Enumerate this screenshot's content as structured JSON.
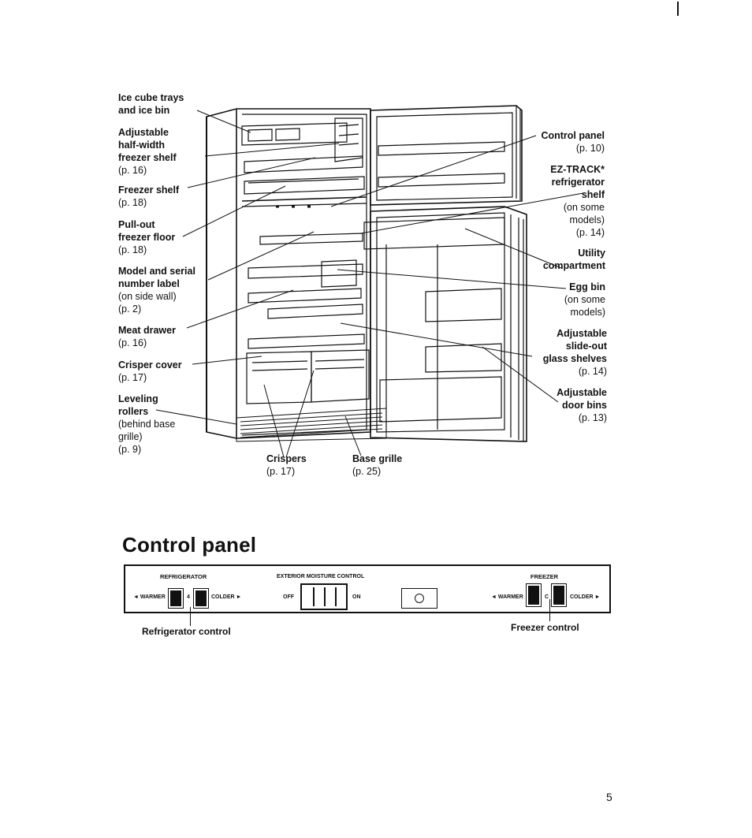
{
  "diagram_labels": {
    "ice_cube_trays": {
      "line1": "Ice cube trays",
      "line2": "and ice bin"
    },
    "half_width_shelf": {
      "line1": "Adjustable",
      "line2": "half-width",
      "line3": "freezer shelf",
      "page": "(p. 16)"
    },
    "freezer_shelf": {
      "line1": "Freezer shelf",
      "page": "(p. 18)"
    },
    "pull_out_floor": {
      "line1": "Pull-out",
      "line2": "freezer floor",
      "page": "(p. 18)"
    },
    "model_serial": {
      "line1": "Model and serial",
      "line2": "number label",
      "note": "(on side wall)",
      "page": "(p. 2)"
    },
    "meat_drawer": {
      "line1": "Meat drawer",
      "page": "(p. 16)"
    },
    "crisper_cover": {
      "line1": "Crisper cover",
      "page": "(p. 17)"
    },
    "leveling_rollers": {
      "line1": "Leveling",
      "line2": "rollers",
      "note1": "(behind base",
      "note2": "grille)",
      "page": "(p. 9)"
    },
    "crispers": {
      "line1": "Crispers",
      "page": "(p. 17)"
    },
    "base_grille": {
      "line1": "Base grille",
      "page": "(p. 25)"
    },
    "control_panel": {
      "line1": "Control panel",
      "page": "(p. 10)"
    },
    "ez_track": {
      "line1": "EZ-TRACK*",
      "line2": "refrigerator",
      "line3": "shelf",
      "note1": "(on some",
      "note2": "models)",
      "page": "(p. 14)"
    },
    "utility": {
      "line1": "Utility",
      "line2": "compartment"
    },
    "egg_bin": {
      "line1": "Egg bin",
      "note1": "(on some",
      "note2": "models)"
    },
    "glass_shelves": {
      "line1": "Adjustable",
      "line2": "slide-out",
      "line3": "glass shelves",
      "page": "(p. 14)"
    },
    "door_bins": {
      "line1": "Adjustable",
      "line2": "door bins",
      "page": "(p. 13)"
    }
  },
  "control_section": {
    "title": "Control panel",
    "refrigerator": {
      "heading": "REFRIGERATOR",
      "warmer": "◄ WARMER",
      "colder": "COLDER ►",
      "setting": "4"
    },
    "moisture": {
      "heading": "EXTERIOR MOISTURE CONTROL",
      "off": "OFF",
      "on": "ON"
    },
    "freezer": {
      "heading": "FREEZER",
      "warmer": "◄ WARMER",
      "colder": "COLDER ►",
      "setting": "C"
    },
    "refrigerator_control_label": "Refrigerator control",
    "freezer_control_label": "Freezer control"
  },
  "page_number": "5",
  "colors": {
    "ink": "#111111",
    "paper": "#ffffff"
  }
}
